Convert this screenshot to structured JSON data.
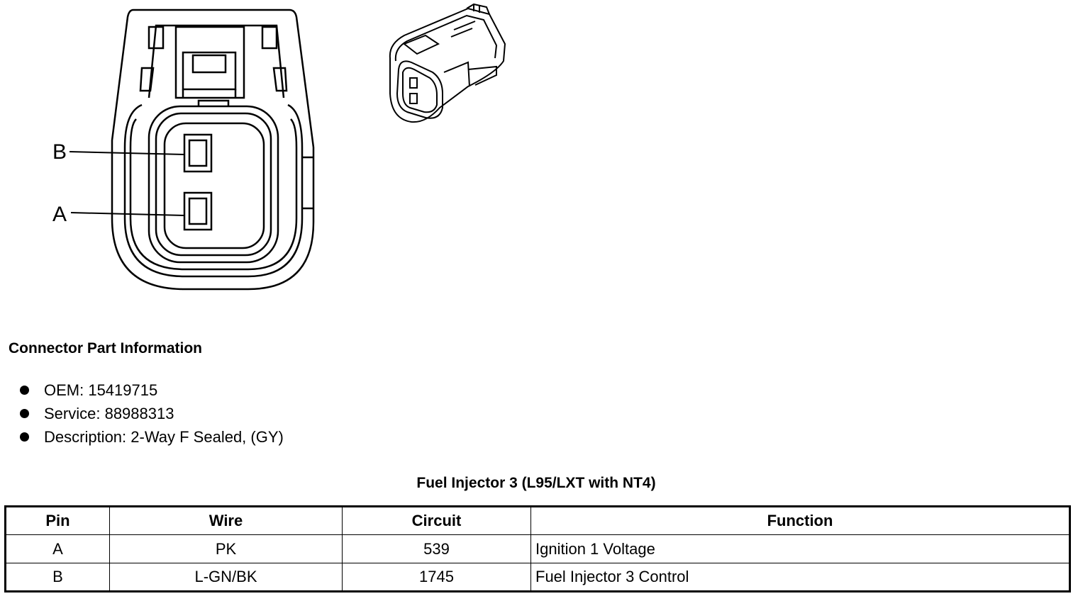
{
  "diagram": {
    "pin_labels": [
      "B",
      "A"
    ]
  },
  "part_info": {
    "heading": "Connector Part Information",
    "items": [
      "OEM: 15419715",
      "Service: 88988313",
      "Description: 2-Way F Sealed, (GY)"
    ]
  },
  "table": {
    "title": "Fuel Injector 3 (L95/LXT with NT4)",
    "headers": [
      "Pin",
      "Wire",
      "Circuit",
      "Function"
    ],
    "rows": [
      [
        "A",
        "PK",
        "539",
        "Ignition 1 Voltage"
      ],
      [
        "B",
        "L-GN/BK",
        "1745",
        "Fuel Injector 3 Control"
      ]
    ]
  }
}
